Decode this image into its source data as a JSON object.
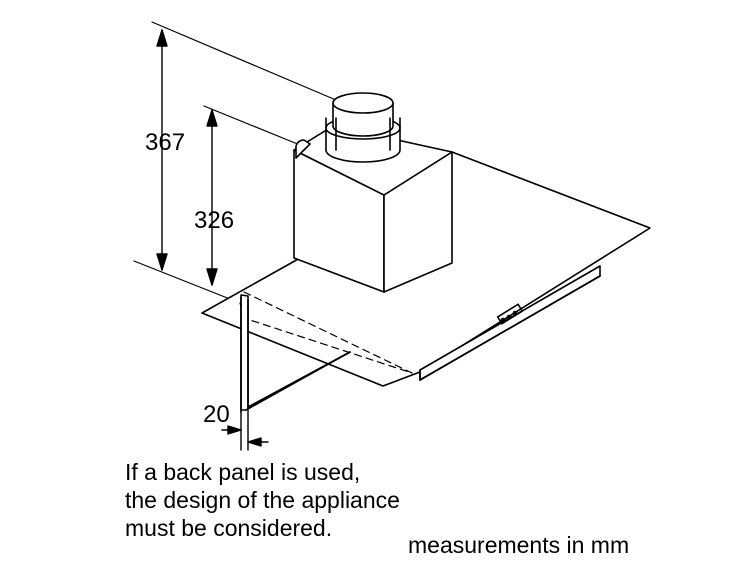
{
  "dimensions": {
    "overall_height": "367",
    "body_height": "326",
    "offset": "20"
  },
  "note": {
    "line1": "If a back panel is used,",
    "line2": "the design of the appliance",
    "line3": "must be considered."
  },
  "units_label": "measurements in mm",
  "colors": {
    "line": "#000000",
    "background": "#ffffff"
  }
}
